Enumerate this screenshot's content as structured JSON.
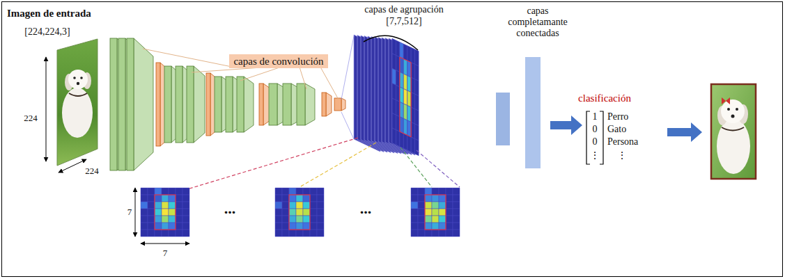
{
  "diagram": {
    "nodes": [
      {
        "text": [
          "capas de convolución"
        ]
      }
    ],
    "labels": [
      "Imagen de entrada",
      "[224,224,3]",
      "224",
      "224",
      "capas de agrupación",
      "[7,7,512]",
      "capas completamante conectadas",
      "clasificación",
      "1",
      "0",
      "0",
      "⋮",
      "Perro",
      "Gato",
      "Persona",
      "⋮",
      "7",
      "7",
      "...",
      "..."
    ]
  }
}
